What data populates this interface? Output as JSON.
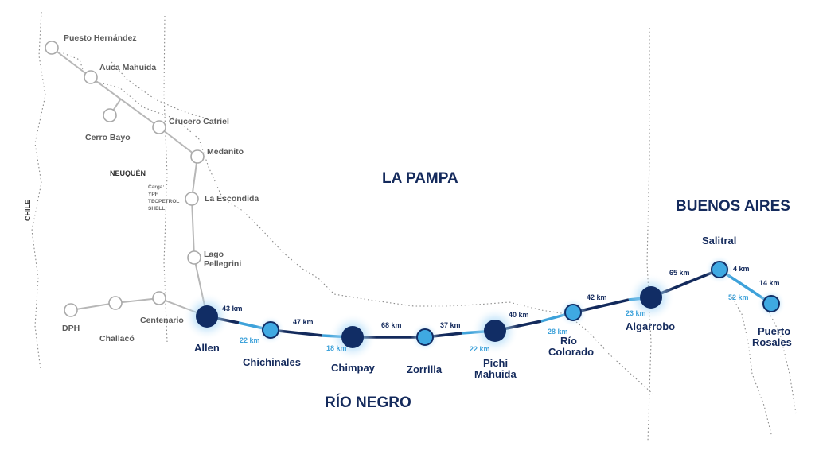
{
  "regions": {
    "chile": "CHILE",
    "neuquen": "NEUQUÉN",
    "la_pampa": "LA PAMPA",
    "buenos_aires": "BUENOS AIRES",
    "rio_negro": "RÍO NEGRO"
  },
  "gray_stations": {
    "puesto_hernandez": "Puesto Hernández",
    "auca_mahuida": "Auca Mahuida",
    "cerro_bayo": "Cerro Bayo",
    "crucero_catriel": "Crucero Catriel",
    "medanito": "Medanito",
    "la_escondida": "La Escondida",
    "lago_pellegrini_1": "Lago",
    "lago_pellegrini_2": "Pellegrini",
    "centenario": "Centenario",
    "challaco": "Challacó",
    "dph": "DPH"
  },
  "cargo_note": [
    "Carga:",
    "YPF",
    "TECPETROL",
    "SHELL"
  ],
  "stations": {
    "allen": "Allen",
    "chichinales": "Chichinales",
    "chimpay": "Chimpay",
    "zorrilla": "Zorrilla",
    "pichi_1": "Pichi",
    "pichi_2": "Mahuida",
    "rio_colorado_1": "Río",
    "rio_colorado_2": "Colorado",
    "algarrobo": "Algarrobo",
    "salitral": "Salitral",
    "puerto_rosales_1": "Puerto",
    "puerto_rosales_2": "Rosales"
  },
  "distances": {
    "d_43": "43 km",
    "d_22a": "22 km",
    "d_47": "47 km",
    "d_18": "18 km",
    "d_68": "68 km",
    "d_37": "37 km",
    "d_22b": "22 km",
    "d_40": "40 km",
    "d_28": "28 km",
    "d_42": "42 km",
    "d_23": "23 km",
    "d_65": "65 km",
    "d_4": "4 km",
    "d_14": "14 km",
    "d_52": "52 km"
  },
  "colors": {
    "main_line": "#132a5c",
    "light_line": "#3ea2da",
    "existing_line": "#b7b7b7",
    "region_text": "#142a5c"
  }
}
